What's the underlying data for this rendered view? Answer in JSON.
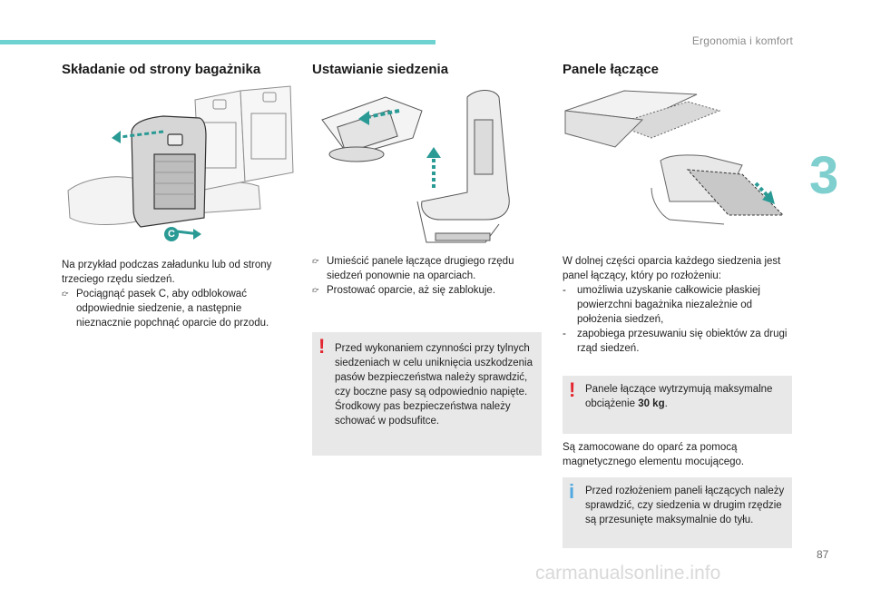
{
  "header": {
    "title": "Ergonomia i komfort"
  },
  "chapter_number": "3",
  "page_number": "87",
  "watermark": "carmanualsonline.info",
  "col1": {
    "title": "Składanie od strony bagażnika",
    "label_c": "C",
    "intro": "Na przykład podczas załadunku lub od strony trzeciego rzędu siedzeń.",
    "bullet_marker": "",
    "bullet_1": "Pociągnąć pasek C, aby odblokować odpowiednie siedzenie, a następnie nieznacznie popchnąć oparcie do przodu."
  },
  "col2": {
    "title": "Ustawianie siedzenia",
    "bullet_1": "Umieścić panele łączące drugiego rzędu siedzeń ponownie na oparciach.",
    "bullet_2": "Prostować oparcie, aż się zablokuje.",
    "warning_icon": "!",
    "warning": "Przed wykonaniem czynności przy tylnych siedzeniach w celu uniknięcia uszkodzenia pasów bezpieczeństwa należy sprawdzić, czy boczne pasy są odpowiednio napięte. Środkowy pas bezpieczeństwa należy schować w podsufitce."
  },
  "col3": {
    "title": "Panele łączące",
    "intro": "W dolnej części oparcia każdego siedzenia jest panel łączący, który po rozłożeniu:",
    "dash_marker": "-",
    "dash_1": "umożliwia uzyskanie całkowicie płaskiej powierzchni bagażnika niezależnie od położenia siedzeń,",
    "dash_2": "zapobiega przesuwaniu się obiektów za drugi rząd siedzeń.",
    "warning_icon": "!",
    "warning_pre": "Panele łączące wytrzymują maksymalne obciążenie ",
    "warning_bold": "30 kg",
    "warning_post": ".",
    "mid": "Są zamocowane do oparć za pomocą magnetycznego elementu mocującego.",
    "info_icon": "i",
    "info": "Przed rozłożeniem paneli łączących należy sprawdzić, czy siedzenia w drugim rzędzie są przesunięte maksymalnie do tyłu."
  },
  "colors": {
    "accent": "#6ed3d0",
    "arrow": "#2a9a95",
    "warning": "#e3262f",
    "info": "#52a8df",
    "box": "#e8e8e8"
  }
}
